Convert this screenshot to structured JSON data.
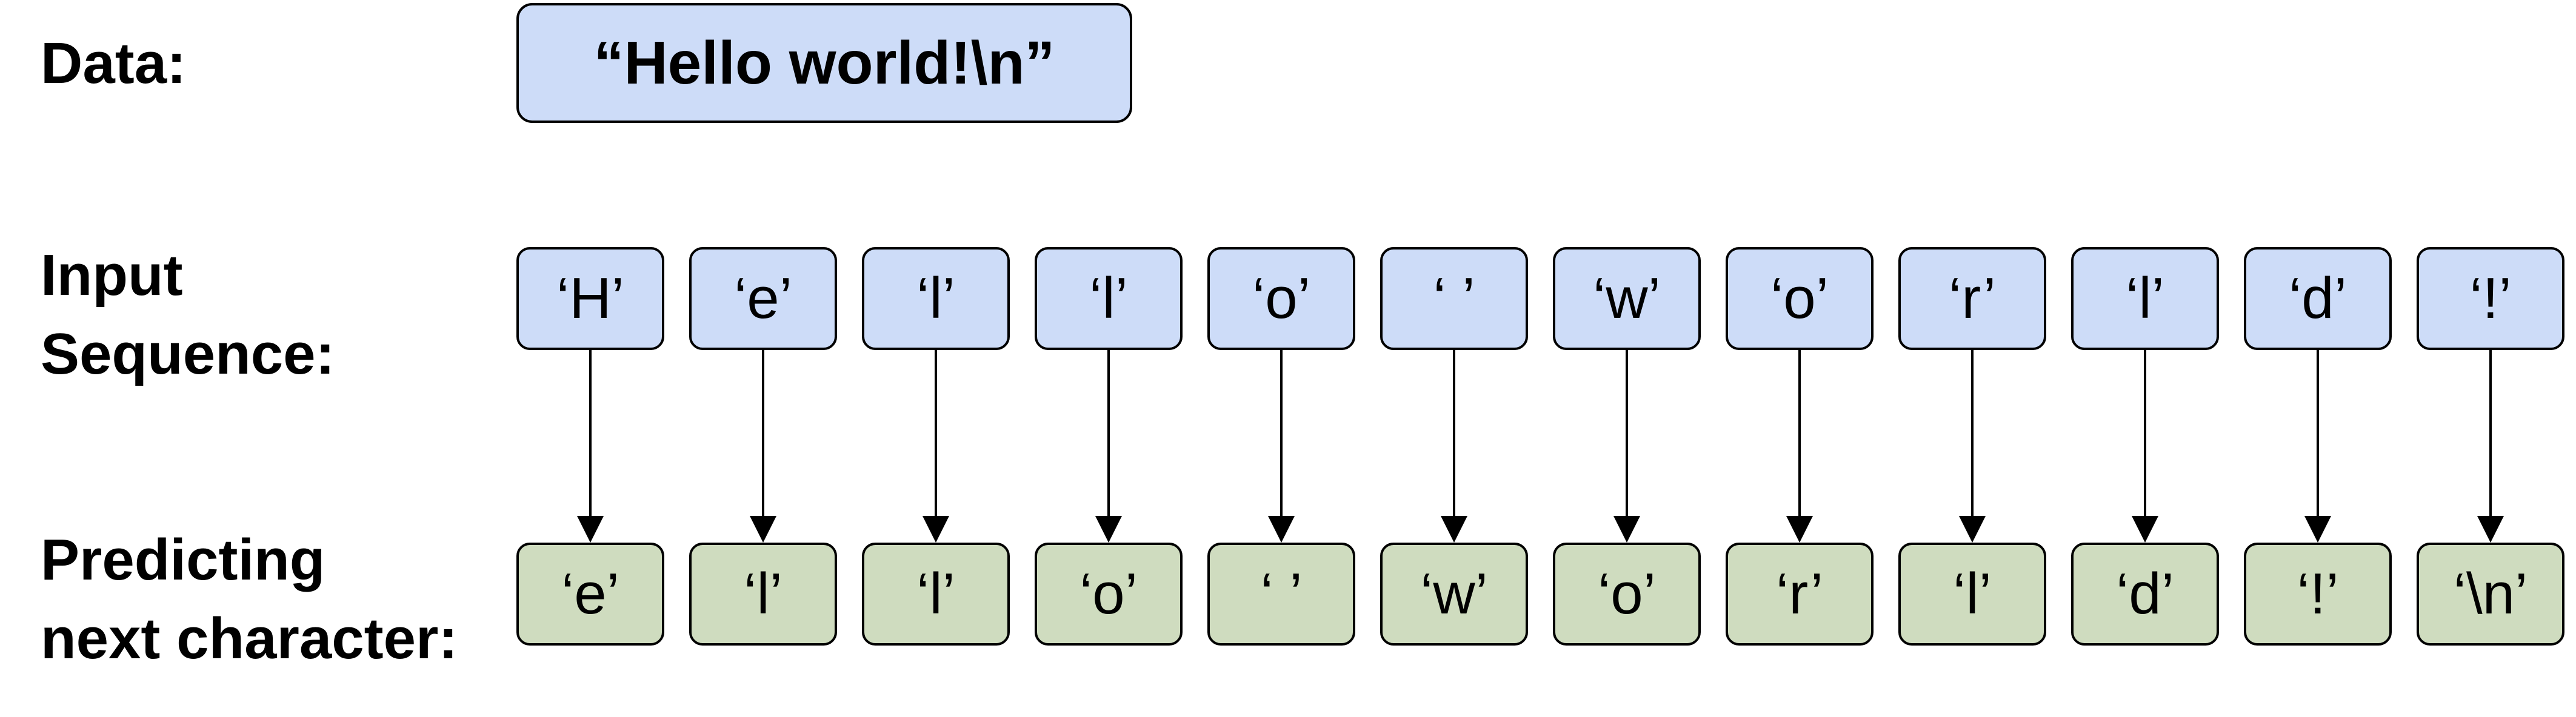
{
  "labels": {
    "data": "Data:",
    "input": "Input\nSequence:",
    "predict": "Predicting\nnext character:"
  },
  "data_string": "“Hello world!\\n”",
  "input_tokens": [
    "‘H’",
    "‘e’",
    "‘l’",
    "‘l’",
    "‘o’",
    "‘ ’",
    "‘w’",
    "‘o’",
    "‘r’",
    "‘l’",
    "‘d’",
    "‘!’"
  ],
  "output_tokens": [
    "‘e’",
    "‘l’",
    "‘l’",
    "‘o’",
    "‘ ’",
    "‘w’",
    "‘o’",
    "‘r’",
    "‘l’",
    "‘d’",
    "‘!’",
    "‘\\n’"
  ],
  "colors": {
    "input_fill": "#cddcf8",
    "output_fill": "#cfdcbf",
    "stroke": "#000000"
  }
}
